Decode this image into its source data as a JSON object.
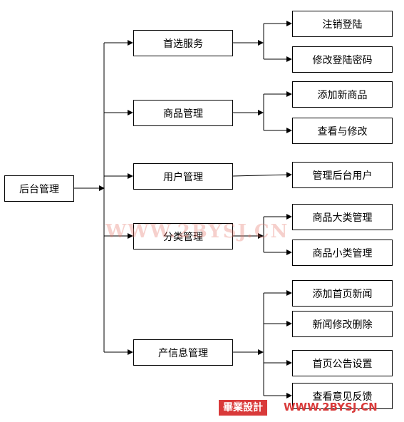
{
  "root": {
    "label": "后台管理"
  },
  "modules": [
    {
      "label": "首选服务",
      "children": [
        "注销登陆",
        "修改登陆密码"
      ]
    },
    {
      "label": "商品管理",
      "children": [
        "添加新商品",
        "查看与修改"
      ]
    },
    {
      "label": "用户管理",
      "children": [
        "管理后台用户"
      ]
    },
    {
      "label": "分类管理",
      "children": [
        "商品大类管理",
        "商品小类管理"
      ]
    },
    {
      "label": "产信息管理",
      "children": [
        "添加首页新闻",
        "新闻修改删除",
        "首页公告设置",
        "查看意见反馈"
      ]
    }
  ],
  "watermark": {
    "center": "WWW.2BYSJ.CN",
    "badge": "畢業設計",
    "url": "WWW.2BYSJ.CN"
  }
}
